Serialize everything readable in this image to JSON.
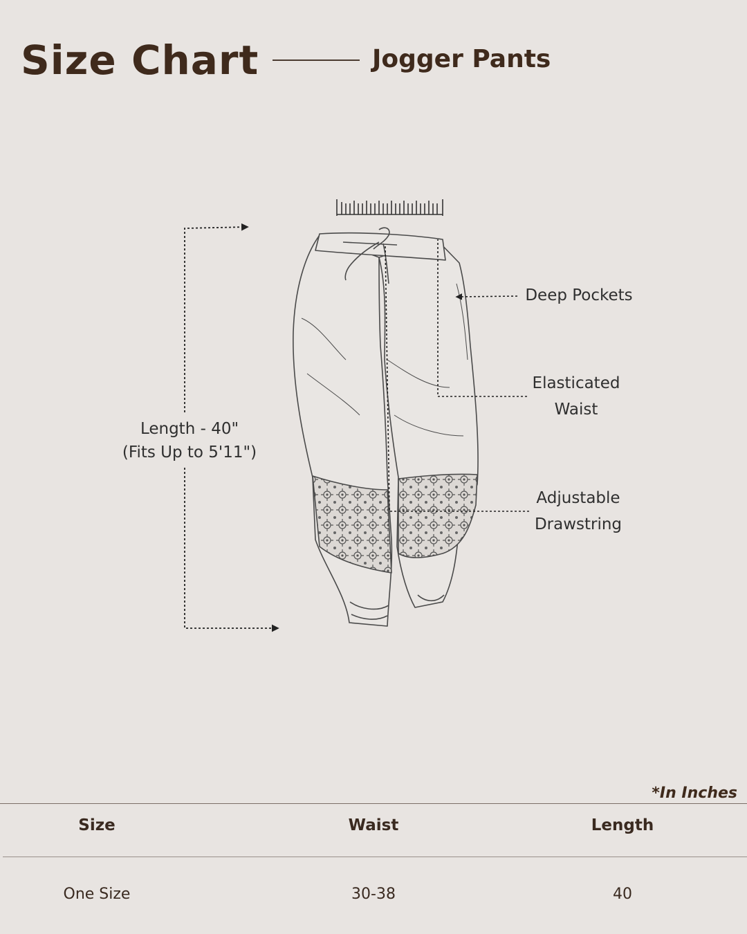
{
  "header": {
    "title": "Size Chart",
    "subtitle": "Jogger Pants"
  },
  "diagram": {
    "length_label_line1": "Length - 40\"",
    "length_label_line2": "(Fits Up to 5'11\")",
    "callouts": {
      "deep_pockets": "Deep Pockets",
      "elasticated_waist_line1": "Elasticated",
      "elasticated_waist_line2": "Waist",
      "adjustable_drawstring_line1": "Adjustable",
      "adjustable_drawstring_line2": "Drawstring"
    }
  },
  "units_note": "*In Inches",
  "table": {
    "headers": [
      "Size",
      "Waist",
      "Length"
    ],
    "rows": [
      [
        "One Size",
        "30-38",
        "40"
      ]
    ]
  },
  "colors": {
    "background": "#e8e4e1",
    "heading_brown": "#3f2a1c",
    "sketch_line": "#4a4a4a"
  }
}
